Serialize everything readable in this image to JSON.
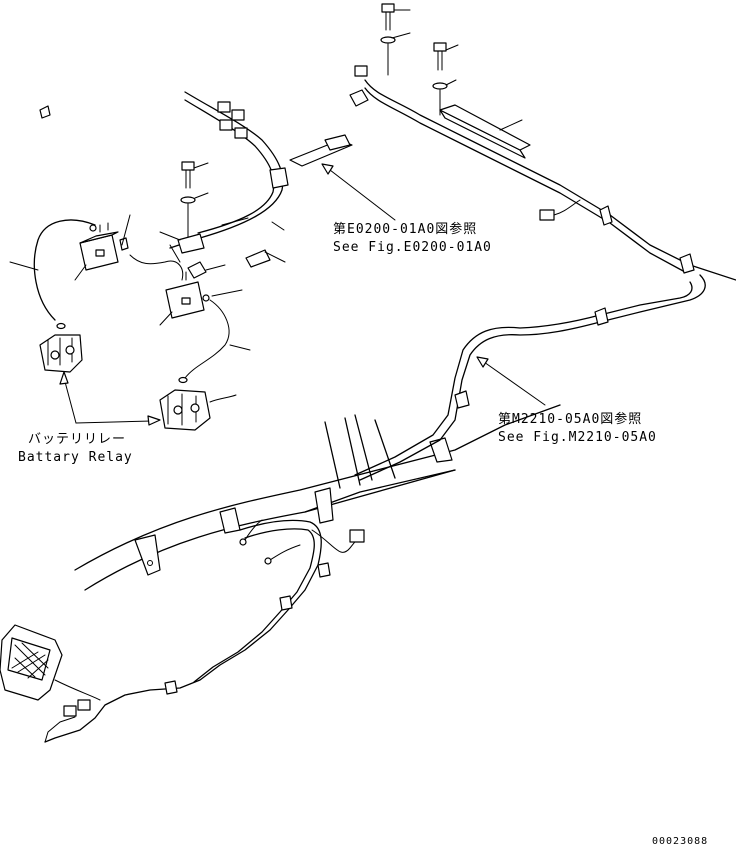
{
  "callouts": {
    "ref_e0200_jp": "第E0200-01A0図参照",
    "ref_e0200_en": "See Fig.E0200-01A0",
    "ref_m2210_jp": "第M2210-05A0図参照",
    "ref_m2210_en": "See Fig.M2210-05A0",
    "battery_relay_jp": "バッテリリレー",
    "battery_relay_en": "Battary Relay"
  },
  "drawing_number": "00023088"
}
